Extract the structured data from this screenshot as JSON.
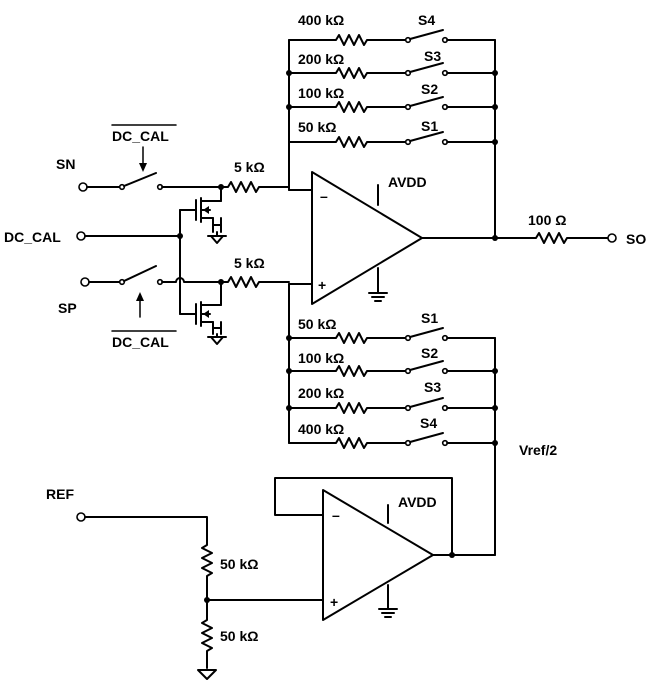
{
  "labels": {
    "sn": "SN",
    "sp": "SP",
    "dc_cal_in": "DC_CAL",
    "dc_cal_bar_top": "DC_CAL",
    "dc_cal_bar_bottom": "DC_CAL",
    "r_in_top": "5 kΩ",
    "r_in_bottom": "5 kΩ",
    "avdd_main": "AVDD",
    "avdd_buffer": "AVDD",
    "r_out": "100 Ω",
    "so": "SO",
    "ref": "REF",
    "vref_half": "Vref/2",
    "r_div_top": "50 kΩ",
    "r_div_bottom": "50 kΩ",
    "minus": "–",
    "plus": "+"
  },
  "feedback_ladder": [
    {
      "resistor": "400 kΩ",
      "switch": "S4"
    },
    {
      "resistor": "200 kΩ",
      "switch": "S3"
    },
    {
      "resistor": "100 kΩ",
      "switch": "S2"
    },
    {
      "resistor": "50 kΩ",
      "switch": "S1"
    }
  ],
  "reference_ladder": [
    {
      "resistor": "50 kΩ",
      "switch": "S1"
    },
    {
      "resistor": "100 kΩ",
      "switch": "S2"
    },
    {
      "resistor": "200 kΩ",
      "switch": "S3"
    },
    {
      "resistor": "400 kΩ",
      "switch": "S4"
    }
  ]
}
